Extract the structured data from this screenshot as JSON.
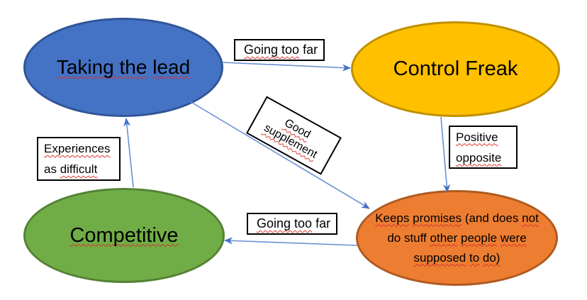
{
  "colors": {
    "bg": "#FFFFFF",
    "text": "#000000",
    "box_border": "#000000",
    "squiggle": "#D9342B",
    "connector": "#6B8FD4",
    "connector_head": "#4472C4",
    "blue_fill": "#4472C4",
    "blue_stroke": "#2F5597",
    "gold_fill": "#FFC000",
    "gold_stroke": "#BF9000",
    "green_fill": "#70AD47",
    "green_stroke": "#548235",
    "orange_fill": "#ED7D31",
    "orange_stroke": "#AE5A21"
  },
  "nodes": {
    "taking_the_lead": {
      "title": "Taking the lead",
      "rich": [
        [
          {
            "t": "Taking the",
            "sq": true
          },
          {
            "t": " ",
            "sq": false
          },
          {
            "t": "lead",
            "sq": true
          }
        ]
      ]
    },
    "control_freak": {
      "title": "Control Freak",
      "rich": [
        [
          {
            "t": "Control Freak",
            "sq": false
          }
        ]
      ]
    },
    "competitive": {
      "title": "Competitive",
      "rich": [
        [
          {
            "t": "Competitive",
            "sq": true
          }
        ]
      ]
    },
    "keeps_promises": {
      "title": "Keeps promises (and does not do stuff other people were supposed to do)",
      "rich": [
        [
          {
            "t": "Keeps",
            "sq": true
          },
          {
            "t": " ",
            "sq": false
          },
          {
            "t": "promises",
            "sq": true
          },
          {
            "t": " (and does ",
            "sq": false
          },
          {
            "t": "not",
            "sq": true
          }
        ],
        [
          {
            "t": "do stuff ",
            "sq": false
          },
          {
            "t": "other",
            "sq": true
          },
          {
            "t": " ",
            "sq": false
          },
          {
            "t": "people",
            "sq": true
          },
          {
            "t": " ",
            "sq": false
          },
          {
            "t": "were",
            "sq": true
          }
        ],
        [
          {
            "t": "supposed",
            "sq": true
          },
          {
            "t": " ",
            "sq": false
          },
          {
            "t": "to",
            "sq": true
          },
          {
            "t": " ",
            "sq": false
          },
          {
            "t": "do)",
            "sq": true
          }
        ]
      ]
    }
  },
  "labels": {
    "going_too_far_top": {
      "title": "Going too far",
      "rich": [
        [
          {
            "t": "Going too",
            "sq": true
          },
          {
            "t": " far",
            "sq": false
          }
        ]
      ]
    },
    "good_supplement": {
      "title": "Good supplement",
      "rich": [
        [
          {
            "t": "Good",
            "sq": true
          }
        ],
        [
          {
            "t": "supplement",
            "sq": true
          }
        ]
      ]
    },
    "experiences_as_difficult": {
      "title": "Experiences as difficult",
      "rich": [
        [
          {
            "t": "Experiences",
            "sq": true
          }
        ],
        [
          {
            "t": "as ",
            "sq": false
          },
          {
            "t": "difficult",
            "sq": true
          }
        ]
      ]
    },
    "positive_opposite": {
      "title": "Positive opposite",
      "rich": [
        [
          {
            "t": "Positive",
            "sq": true
          }
        ],
        [
          {
            "t": "opposite",
            "sq": true
          }
        ]
      ]
    },
    "going_too_far_bottom": {
      "title": "Going too far",
      "rich": [
        [
          {
            "t": "Going too",
            "sq": true
          },
          {
            "t": " far",
            "sq": false
          }
        ]
      ]
    }
  },
  "arrows": [
    {
      "name": "taking-the-lead to control-freak",
      "label": "Going too far"
    },
    {
      "name": "taking-the-lead to keeps-promises",
      "label": "Good supplement"
    },
    {
      "name": "control-freak to keeps-promises",
      "label": "Positive opposite"
    },
    {
      "name": "keeps-promises to competitive",
      "label": "Going too far"
    },
    {
      "name": "competitive to taking-the-lead",
      "label": "Experiences as difficult"
    }
  ]
}
